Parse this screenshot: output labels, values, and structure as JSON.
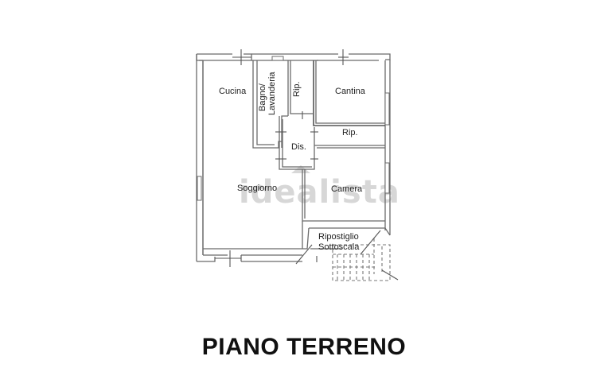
{
  "plan": {
    "title": "PIANO TERRENO",
    "watermark": "idealista",
    "rooms": {
      "cucina": "Cucina",
      "bagno_line1": "Bagno/",
      "bagno_line2": "Lavanderia",
      "rip_top": "Rip.",
      "cantina": "Cantina",
      "rip_right": "Rip.",
      "dis": "Dis.",
      "soggiorno": "Soggiorno",
      "camera": "Camera",
      "ripostiglio_line1": "Ripostiglio",
      "ripostiglio_line2": "Sottoscala"
    }
  }
}
